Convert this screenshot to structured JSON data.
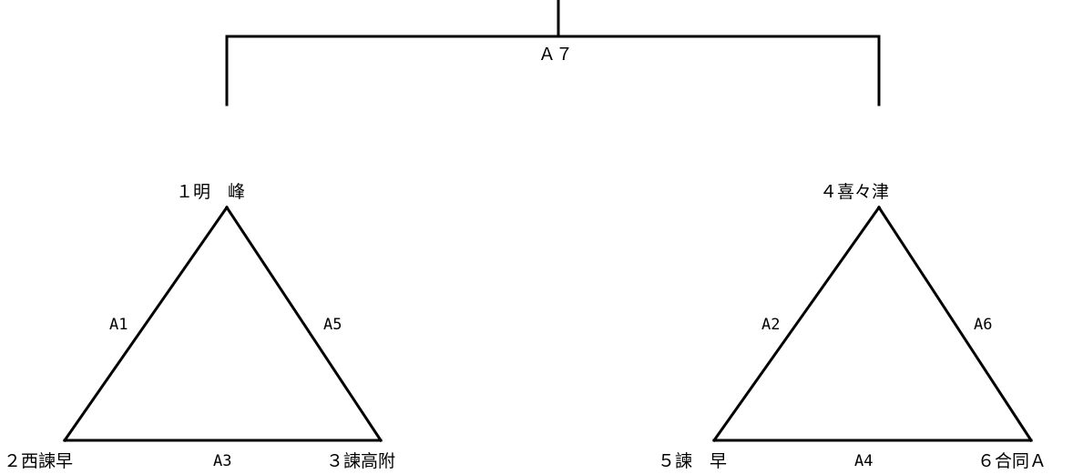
{
  "colors": {
    "line": "#000000",
    "background": "#ffffff"
  },
  "final": {
    "label": "Ａ７"
  },
  "groups": [
    {
      "games": [
        "A1",
        "A5",
        "A3"
      ],
      "teams": [
        "１明　峰",
        "２西諫早",
        "３諫高附"
      ]
    },
    {
      "games": [
        "A2",
        "A6",
        "A4"
      ],
      "teams": [
        "４喜々津",
        "５諫　早",
        "６合同Ａ"
      ]
    }
  ]
}
